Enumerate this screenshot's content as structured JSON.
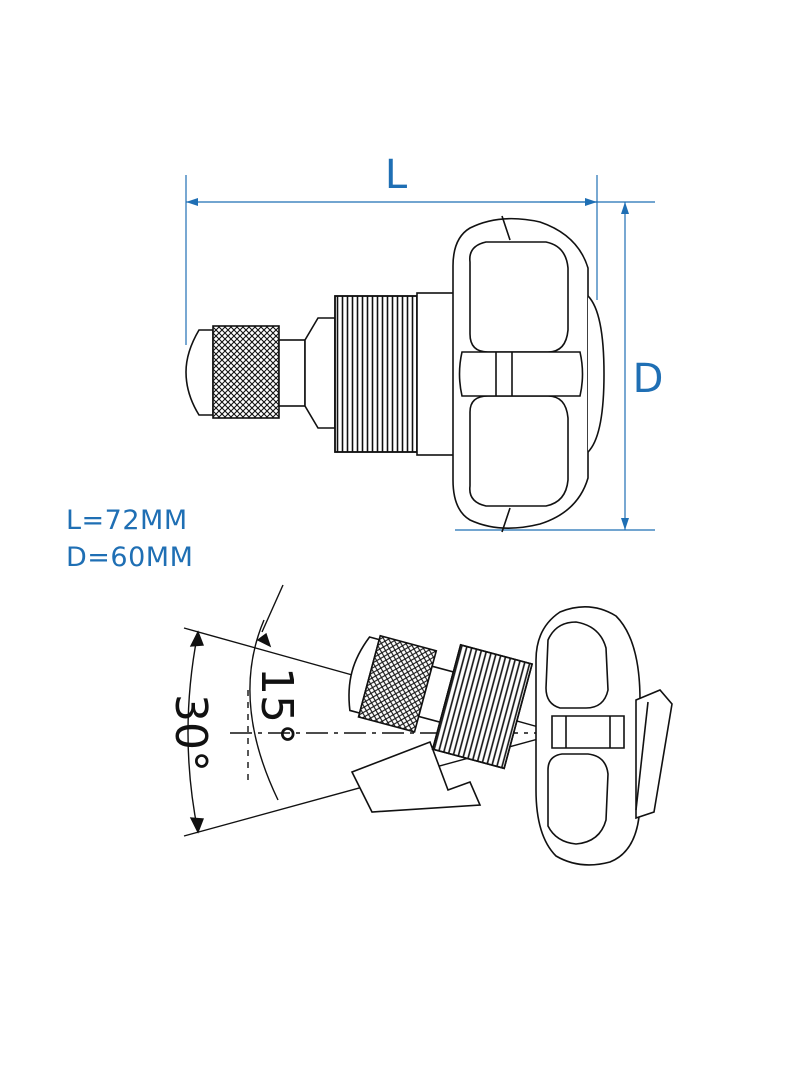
{
  "dimensions": {
    "length_label": "L",
    "diameter_label": "D",
    "length_spec": "L=72MM",
    "diameter_spec": "D=60MM"
  },
  "angles": {
    "wide_angle": "30°",
    "narrow_angle": "15°"
  },
  "colors": {
    "dimension_blue": "#1f6fb4",
    "line_black": "#111111"
  }
}
